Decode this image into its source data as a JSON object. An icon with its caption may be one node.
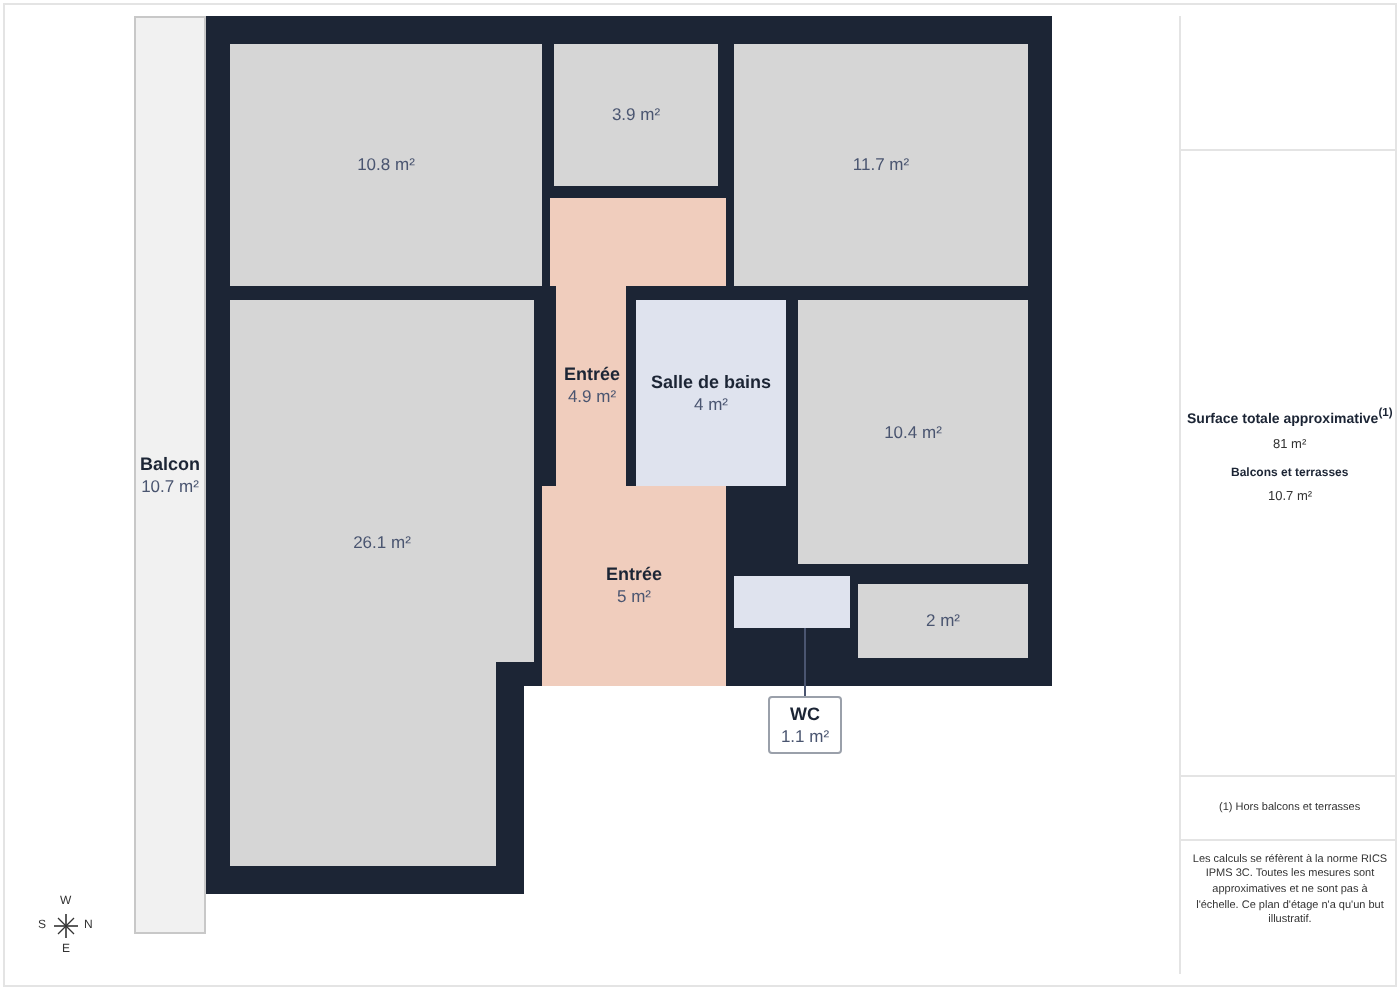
{
  "diagram": {
    "nodes": [
      {
        "text": [
          "Balcon",
          "10.7 m²"
        ]
      },
      {
        "text": [
          "10.8 m²"
        ]
      },
      {
        "text": [
          "3.9 m²"
        ]
      },
      {
        "text": [
          "11.7 m²"
        ]
      },
      {
        "text": [
          "Entrée",
          "4.9 m²"
        ]
      },
      {
        "text": [
          "Salle de bains",
          "4 m²"
        ]
      },
      {
        "text": [
          "10.4 m²"
        ]
      },
      {
        "text": [
          "26.1 m²"
        ]
      },
      {
        "text": [
          "Entrée",
          "5 m²"
        ]
      },
      {
        "text": [],
        "shape": "box"
      },
      {
        "text": [
          "2 m²"
        ]
      },
      {
        "text": [
          "WC",
          "1.1 m²"
        ]
      }
    ],
    "edges": [
      {
        "from": 11,
        "to": 9,
        "arrow": "none"
      }
    ],
    "labels": [
      "W",
      "S",
      "N",
      "E",
      "Surface totale approximative$^{(1)}$",
      "81 m²",
      "Balcons et terrasses",
      "10.7 m²",
      "(1) Hors balcons et terrasses",
      "Les calculs se réfèrent à la norme RICS IPMS 3C. Toutes les mesures sont approximatives et ne sont pas à l'échelle. Ce plan d'étage n'a qu'un but illustratif."
    ]
  }
}
